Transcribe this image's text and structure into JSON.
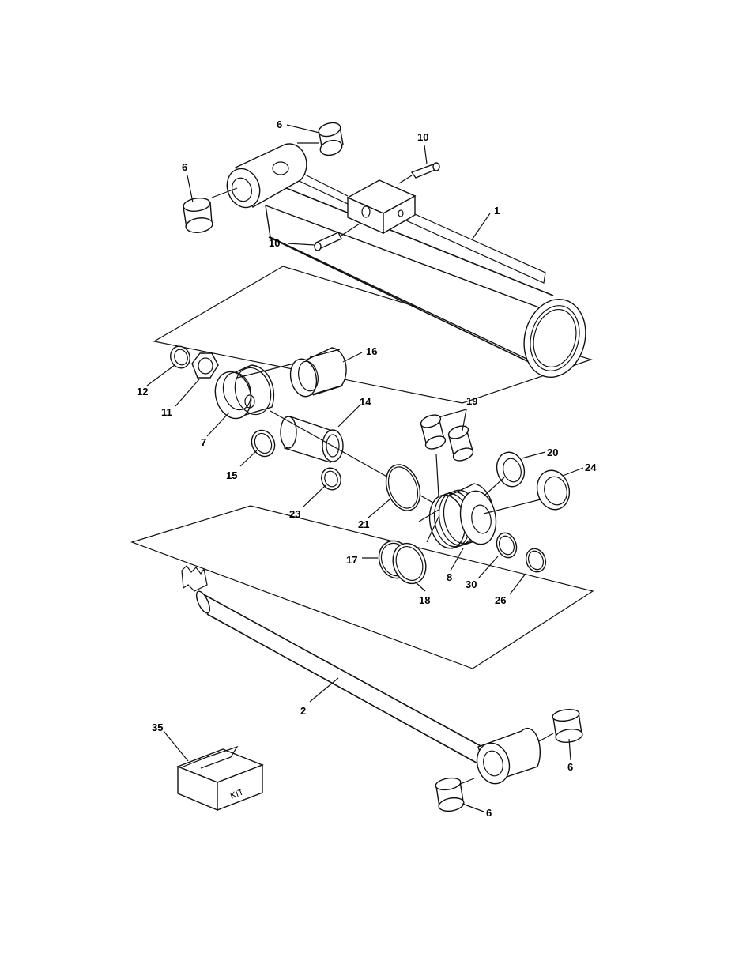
{
  "diagram": {
    "callouts": [
      "6",
      "10",
      "6",
      "1",
      "10",
      "16",
      "12",
      "11",
      "14",
      "7",
      "19",
      "20",
      "24",
      "15",
      "23",
      "21",
      "17",
      "8",
      "30",
      "18",
      "26",
      "2",
      "35",
      "6",
      "6"
    ],
    "kit_text": "KIT"
  }
}
